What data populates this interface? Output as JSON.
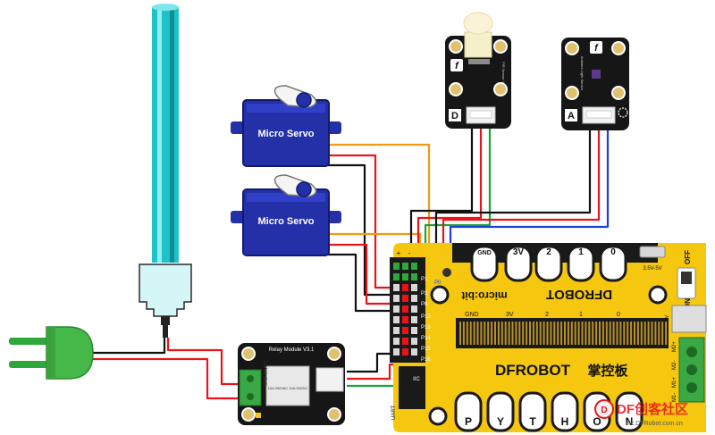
{
  "servos": [
    {
      "label": "Micro Servo"
    },
    {
      "label": "Micro Servo"
    }
  ],
  "pir_module": {
    "text": "PIR Sensor V1.0",
    "port_letter": "D"
  },
  "light_module": {
    "text": "Ambient Light Sensor",
    "port_letter": "A"
  },
  "relay_module": {
    "title": "Relay Module V3.1",
    "chip_brand": "SRD-05VDC",
    "chip_text": "10A 250VAC\n10A 30VDC"
  },
  "board": {
    "brand_top": "DFROBOT",
    "brand_bottom": "DFROBOT",
    "brand_cn": "掌控板",
    "microbit": "micro:bit",
    "voltage_label": "3.5V-5V",
    "switch_on": "ON",
    "switch_off": "OFF",
    "side_voltage": "3.5V-5V",
    "top_pads": [
      "GND",
      "3V",
      "2",
      "1",
      "0"
    ],
    "bottom_pads": [
      "P",
      "Y",
      "T",
      "H",
      "O",
      "N"
    ],
    "edge_labels": [
      "GND",
      "3V",
      "2",
      "1",
      "0"
    ],
    "pin_labels": [
      "P0",
      "P1",
      "P2",
      "P8",
      "P12",
      "P13",
      "P14",
      "P15",
      "P16"
    ],
    "uart_label": "UART",
    "iic_label": "IIC",
    "motor_labels": [
      "M2+",
      "M2-",
      "M1+",
      "M1-"
    ],
    "pm_labels": [
      "+",
      "-"
    ]
  },
  "watermark": {
    "brand": "DF创客社区",
    "url": "mc.DFRobot.com.cn"
  },
  "colors": {
    "wire_red": "#e8141c",
    "wire_black": "#111111",
    "wire_orange": "#f29a12",
    "wire_green": "#1aa33a",
    "wire_blue": "#1f3fd8",
    "servo_blue": "#2430a8",
    "board_yellow": "#f5c70f",
    "pcb_black": "#1a1a1a",
    "tube_cyan": "#1ec2c8"
  }
}
